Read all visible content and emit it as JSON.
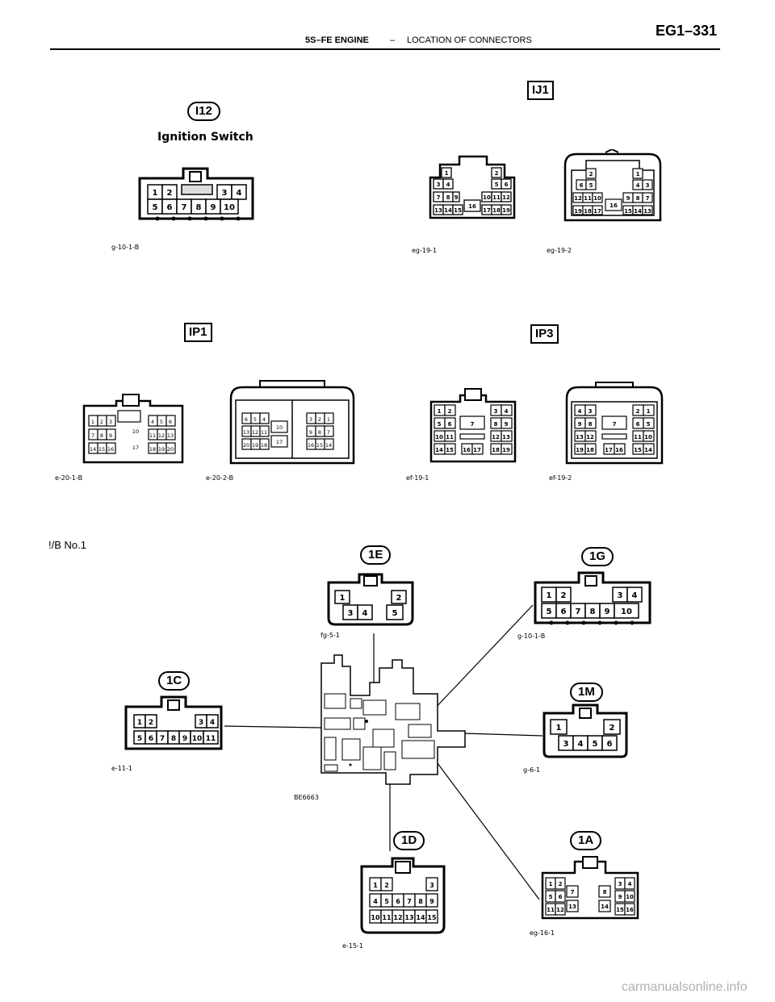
{
  "header": {
    "engine": "5S–FE ENGINE",
    "dash": "–",
    "section": "LOCATION OF CONNECTORS",
    "page": "EG1–331"
  },
  "ignition": {
    "tag": "I12",
    "title": "Ignition Switch",
    "caption": "g-10-1-B"
  },
  "ij1": {
    "tag": "IJ1",
    "caption_a": "eg-19-1",
    "caption_b": "eg-19-2"
  },
  "ip1": {
    "tag": "IP1",
    "caption_a": "e-20-1-B",
    "caption_b": "e-20-2-B"
  },
  "ip3": {
    "tag": "IP3",
    "caption_a": "ef-19-1",
    "caption_b": "ef-19-2"
  },
  "junction_block": {
    "label": "!/B No.1",
    "figure_code": "BE6663",
    "connectors": [
      {
        "tag": "1E",
        "caption": "fg-5-1"
      },
      {
        "tag": "1G",
        "caption": "g-10-1-B"
      },
      {
        "tag": "1C",
        "caption": "e-11-1"
      },
      {
        "tag": "1M",
        "caption": "g-6-1"
      },
      {
        "tag": "1D",
        "caption": "e-15-1"
      },
      {
        "tag": "1A",
        "caption": "eg-16-1"
      }
    ]
  },
  "watermark": "carmanualsonline.info"
}
